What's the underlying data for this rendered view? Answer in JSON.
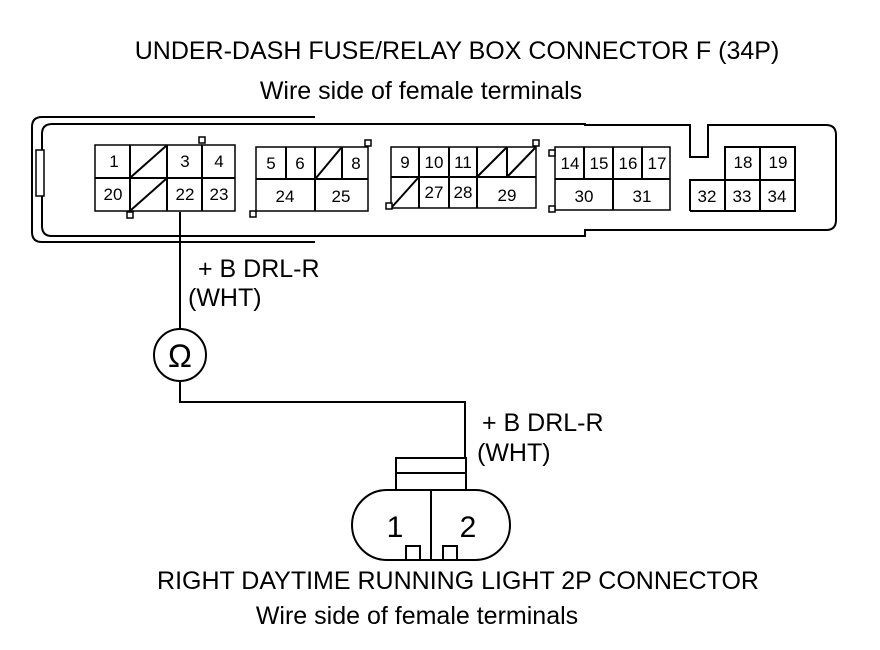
{
  "connector_f": {
    "title": "UNDER-DASH FUSE/RELAY BOX CONNECTOR F (34P)",
    "subtitle": "Wire side of female terminals",
    "pins": [
      "1",
      "3",
      "4",
      "20",
      "22",
      "23",
      "5",
      "6",
      "8",
      "24",
      "25",
      "9",
      "10",
      "11",
      "27",
      "28",
      "29",
      "14",
      "15",
      "16",
      "17",
      "30",
      "31",
      "18",
      "19",
      "32",
      "33",
      "34"
    ]
  },
  "wire_top": {
    "name": "+ B DRL-R",
    "color": "(WHT)"
  },
  "meter": {
    "symbol": "Ω"
  },
  "wire_bottom": {
    "name": "+ B DRL-R",
    "color": "(WHT)"
  },
  "connector_2p": {
    "title": "RIGHT DAYTIME RUNNING LIGHT 2P CONNECTOR",
    "subtitle": "Wire side of female terminals",
    "pins": [
      "1",
      "2"
    ]
  }
}
